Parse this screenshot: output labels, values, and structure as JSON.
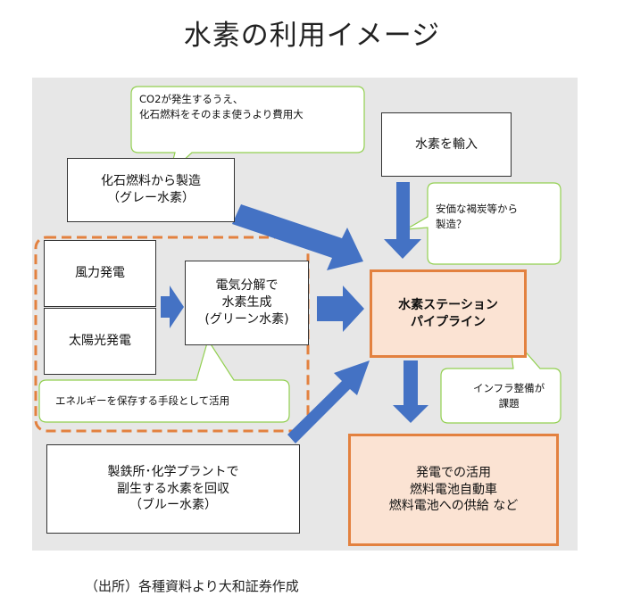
{
  "title": "水素の利用イメージ",
  "colors": {
    "panel": "#e7e7e7",
    "arrow": "#4472c4",
    "bubble_border": "#92d050",
    "hub_fill": "#fbe3d3",
    "hub_border": "#e3813f"
  },
  "boxes": {
    "fossil": "化石燃料から製造\n（グレー水素）",
    "import": "水素を輸入",
    "wind": "風力発電",
    "solar": "太陽光発電",
    "electrolysis": "電気分解で\n水素生成\n(グリーン水素)",
    "station": "水素ステーション\nパイプライン",
    "byproduct": "製鉄所･化学プラントで\n副生する水素を回収\n（ブルー水素）",
    "uses": "発電での活用\n燃料電池自動車\n燃料電池への供給  など"
  },
  "callouts": {
    "co2": "CO2が発生するうえ、\n化石燃料をそのまま使うより費用大",
    "cheap_coal": "安価な褐炭等から\n製造？",
    "storage": "エネルギーを保存する手段として活用",
    "infra": "インフラ整備が\n課題"
  },
  "source": "（出所）各種資料より大和証券作成"
}
